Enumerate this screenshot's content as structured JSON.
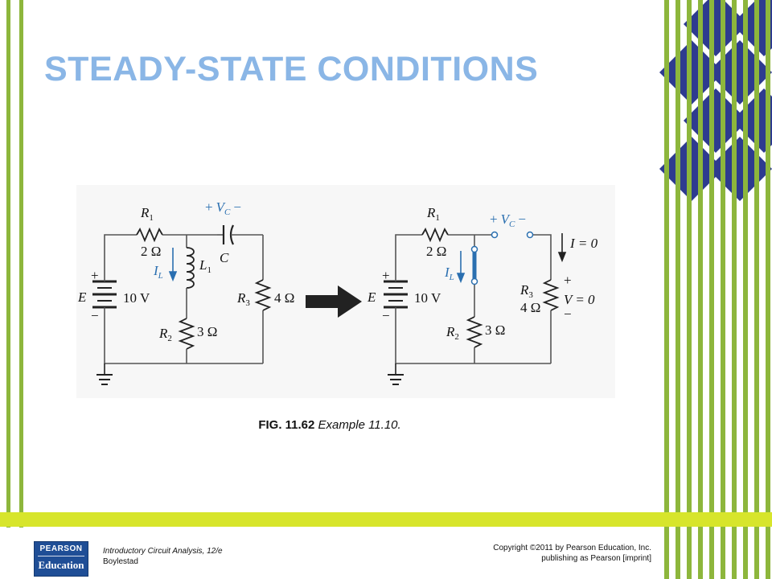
{
  "slide": {
    "title": "STEADY-STATE CONDITIONS",
    "caption_fig": "FIG. 11.62",
    "caption_text": "Example 11.10.",
    "footer": {
      "book_title": "Introductory Circuit Analysis, 12/e",
      "author": "Boylestad",
      "copyright_line1": "Copyright ©2011 by Pearson Education, Inc.",
      "copyright_line2": "publishing as Pearson [imprint]",
      "logo_top": "PEARSON",
      "logo_bottom": "Education"
    }
  },
  "diagram": {
    "left": {
      "R1": "R",
      "R1_sub": "1",
      "R1_val": "2 Ω",
      "VC_plus": "+",
      "VC": "V",
      "VC_sub": "C",
      "VC_minus": "−",
      "C": "C",
      "IL": "I",
      "IL_sub": "L",
      "L1": "L",
      "L1_sub": "1",
      "E": "E",
      "E_plus": "+",
      "E_minus": "−",
      "E_val": "10 V",
      "R3": "R",
      "R3_sub": "3",
      "R3_val": "4 Ω",
      "R2": "R",
      "R2_sub": "2",
      "R2_val": "3 Ω"
    },
    "right": {
      "R1": "R",
      "R1_sub": "1",
      "R1_val": "2 Ω",
      "VC_plus": "+",
      "VC": "V",
      "VC_sub": "C",
      "VC_minus": "−",
      "IL": "I",
      "IL_sub": "L",
      "I_eq": "I = 0",
      "E": "E",
      "E_plus": "+",
      "E_minus": "−",
      "E_val": "10 V",
      "R3": "R",
      "R3_sub": "3",
      "R3_val": "4 Ω",
      "V_plus": "+",
      "V_eq": "V = 0",
      "V_minus": "−",
      "R2": "R",
      "R2_sub": "2",
      "R2_val": "3 Ω"
    },
    "colors": {
      "wire": "#555555",
      "accent": "#2a6fb0",
      "label": "#111111"
    }
  },
  "theme": {
    "bar_green": "#8db63c",
    "bar_yellow": "#d7e52b",
    "diamond": "#2e3b8f",
    "title": "#8ab6e6"
  }
}
